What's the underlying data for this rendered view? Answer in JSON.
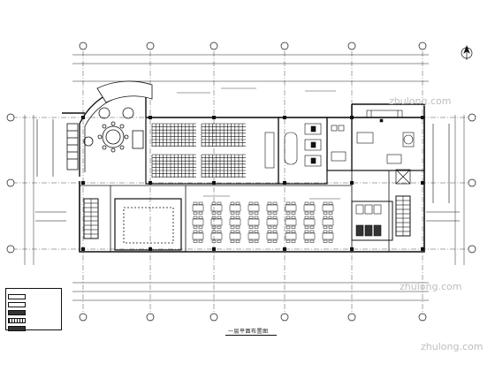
{
  "drawing": {
    "caption": "一层平面布置图",
    "watermarks": [
      "zhulong.com",
      "zhulong.com",
      "zhulong.com"
    ],
    "legend": [
      {
        "text": "",
        "style": "white"
      },
      {
        "text": "",
        "style": "white"
      },
      {
        "text": "",
        "style": "dark"
      },
      {
        "text": "",
        "style": "dot"
      },
      {
        "text": "",
        "style": "dark"
      }
    ],
    "notes": []
  }
}
